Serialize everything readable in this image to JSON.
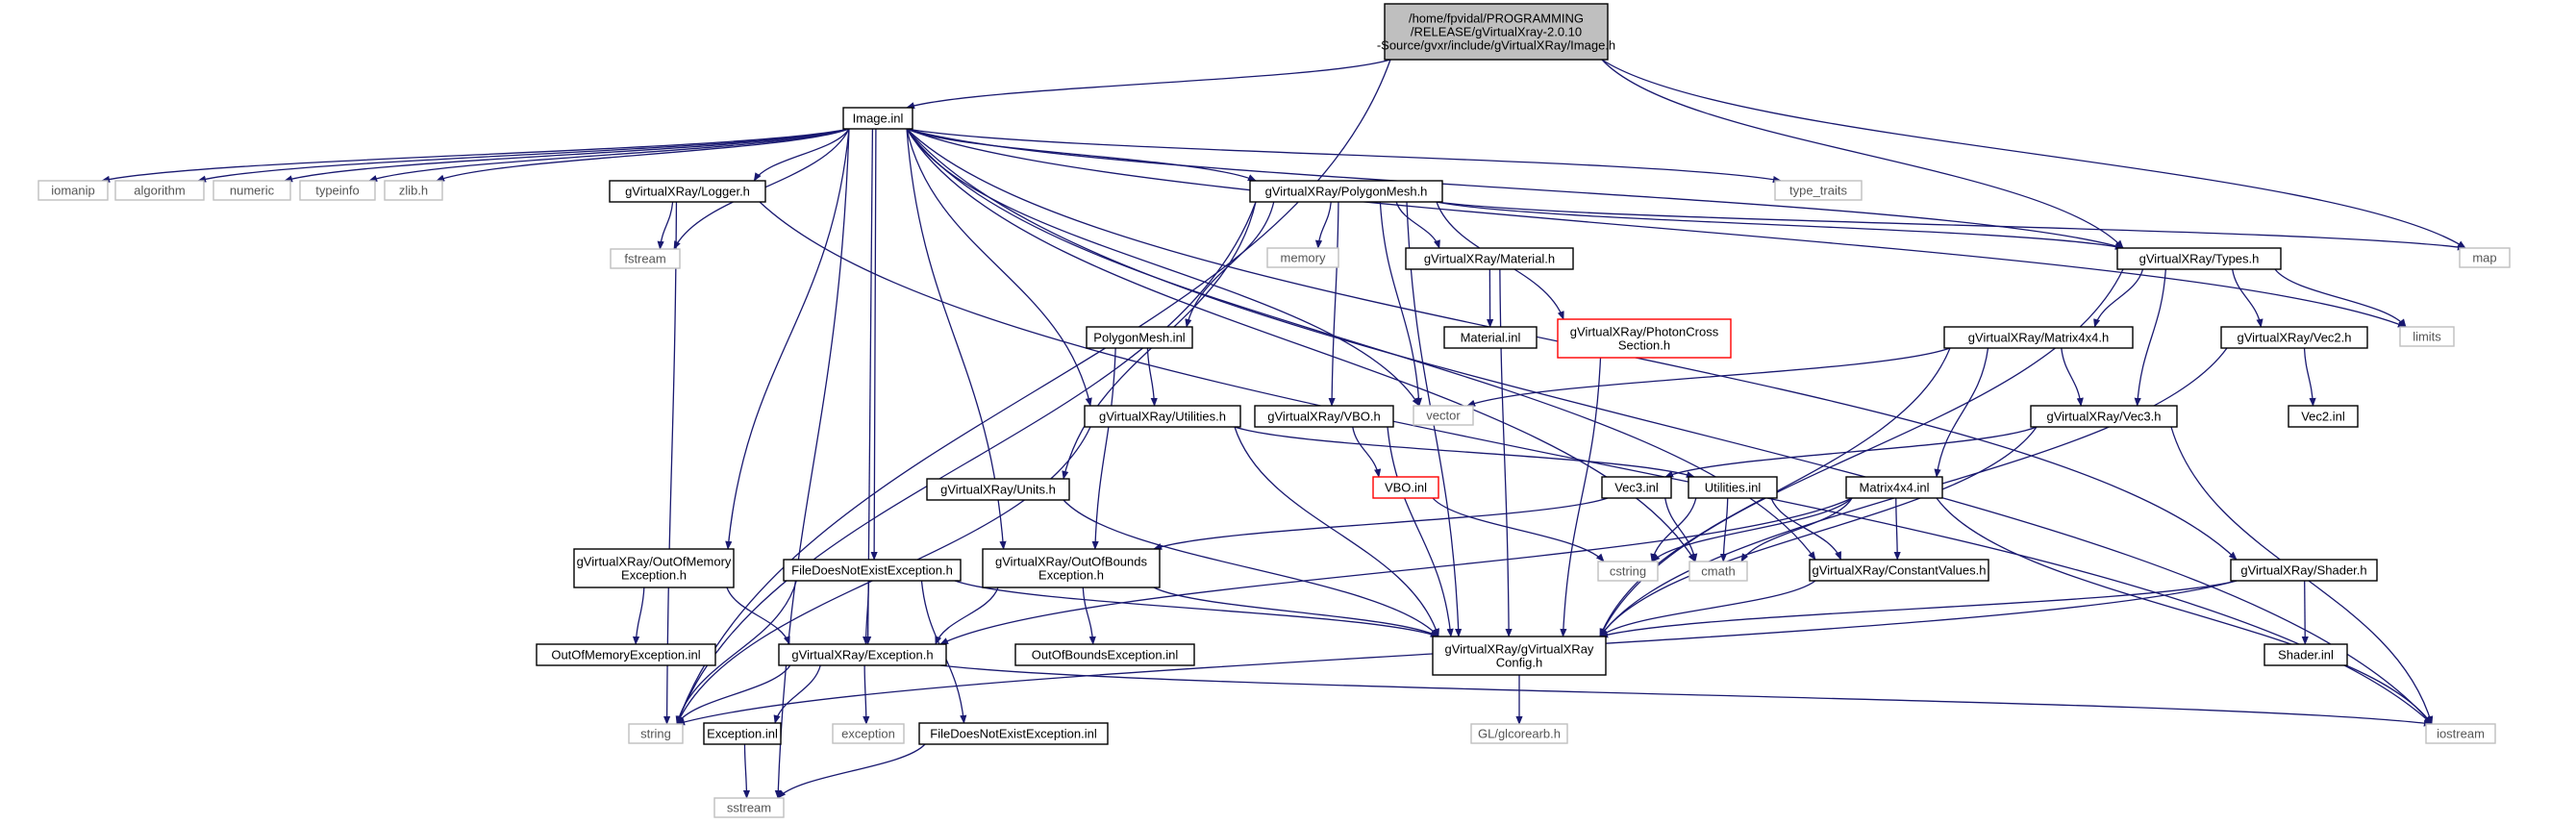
{
  "colors": {
    "edge": "#191970",
    "root_fill": "#bfbfbf",
    "node_border": "#000000",
    "system_border": "#bfbfbf",
    "missing_border": "#ff0000"
  },
  "nodes": [
    {
      "id": "root",
      "kind": "root",
      "lines": [
        "/home/fpvidal/PROGRAMMING",
        "/RELEASE/gVirtualXray-2.0.10",
        "-Source/gvxr/include/gVirtualXRay/Image.h"
      ]
    },
    {
      "id": "image_inl",
      "kind": "box",
      "lines": [
        "Image.inl"
      ]
    },
    {
      "id": "iomanip",
      "kind": "sys",
      "lines": [
        "iomanip"
      ]
    },
    {
      "id": "algorithm",
      "kind": "sys",
      "lines": [
        "algorithm"
      ]
    },
    {
      "id": "numeric",
      "kind": "sys",
      "lines": [
        "numeric"
      ]
    },
    {
      "id": "typeinfo",
      "kind": "sys",
      "lines": [
        "typeinfo"
      ]
    },
    {
      "id": "zlib",
      "kind": "sys",
      "lines": [
        "zlib.h"
      ]
    },
    {
      "id": "logger",
      "kind": "box",
      "lines": [
        "gVirtualXRay/Logger.h"
      ]
    },
    {
      "id": "polygonmesh_h",
      "kind": "box",
      "lines": [
        "gVirtualXRay/PolygonMesh.h"
      ]
    },
    {
      "id": "type_traits",
      "kind": "sys",
      "lines": [
        "type_traits"
      ]
    },
    {
      "id": "map",
      "kind": "sys",
      "lines": [
        "map"
      ]
    },
    {
      "id": "fstream",
      "kind": "sys",
      "lines": [
        "fstream"
      ]
    },
    {
      "id": "memory",
      "kind": "sys",
      "lines": [
        "memory"
      ]
    },
    {
      "id": "material_h",
      "kind": "box",
      "lines": [
        "gVirtualXRay/Material.h"
      ]
    },
    {
      "id": "types_h",
      "kind": "box",
      "lines": [
        "gVirtualXRay/Types.h"
      ]
    },
    {
      "id": "material_inl",
      "kind": "box",
      "lines": [
        "Material.inl"
      ]
    },
    {
      "id": "photon",
      "kind": "miss",
      "lines": [
        "gVirtualXRay/PhotonCross",
        "Section.h"
      ]
    },
    {
      "id": "polygonmesh_inl",
      "kind": "box",
      "lines": [
        "PolygonMesh.inl"
      ]
    },
    {
      "id": "matrix4x4_h",
      "kind": "box",
      "lines": [
        "gVirtualXRay/Matrix4x4.h"
      ]
    },
    {
      "id": "vec2_h",
      "kind": "box",
      "lines": [
        "gVirtualXRay/Vec2.h"
      ]
    },
    {
      "id": "limits",
      "kind": "sys",
      "lines": [
        "limits"
      ]
    },
    {
      "id": "vector",
      "kind": "sys",
      "lines": [
        "vector"
      ]
    },
    {
      "id": "vbo_h",
      "kind": "box",
      "lines": [
        "gVirtualXRay/VBO.h"
      ]
    },
    {
      "id": "utilities_h",
      "kind": "box",
      "lines": [
        "gVirtualXRay/Utilities.h"
      ]
    },
    {
      "id": "vec3_h",
      "kind": "box",
      "lines": [
        "gVirtualXRay/Vec3.h"
      ]
    },
    {
      "id": "vec2_inl",
      "kind": "box",
      "lines": [
        "Vec2.inl"
      ]
    },
    {
      "id": "vbo_inl",
      "kind": "miss",
      "lines": [
        "VBO.inl"
      ]
    },
    {
      "id": "units_h",
      "kind": "box",
      "lines": [
        "gVirtualXRay/Units.h"
      ]
    },
    {
      "id": "vec3_inl",
      "kind": "box",
      "lines": [
        "Vec3.inl"
      ]
    },
    {
      "id": "utilities_inl",
      "kind": "box",
      "lines": [
        "Utilities.inl"
      ]
    },
    {
      "id": "matrix4x4_inl",
      "kind": "box",
      "lines": [
        "Matrix4x4.inl"
      ]
    },
    {
      "id": "outofmemory_h",
      "kind": "box",
      "lines": [
        "gVirtualXRay/OutOfMemory",
        "Exception.h"
      ]
    },
    {
      "id": "filedoesnotexist_h",
      "kind": "box",
      "lines": [
        "FileDoesNotExistException.h"
      ]
    },
    {
      "id": "outofbounds_h",
      "kind": "box",
      "lines": [
        "gVirtualXRay/OutOfBounds",
        "Exception.h"
      ]
    },
    {
      "id": "cstring",
      "kind": "sys",
      "lines": [
        "cstring"
      ]
    },
    {
      "id": "cmath",
      "kind": "sys",
      "lines": [
        "cmath"
      ]
    },
    {
      "id": "constantvalues",
      "kind": "box",
      "lines": [
        "gVirtualXRay/ConstantValues.h"
      ]
    },
    {
      "id": "shader_h",
      "kind": "box",
      "lines": [
        "gVirtualXRay/Shader.h"
      ]
    },
    {
      "id": "outofmemory_inl",
      "kind": "box",
      "lines": [
        "OutOfMemoryException.inl"
      ]
    },
    {
      "id": "outofbounds_inl",
      "kind": "box",
      "lines": [
        "OutOfBoundsException.inl"
      ]
    },
    {
      "id": "exception_h",
      "kind": "box",
      "lines": [
        "gVirtualXRay/Exception.h"
      ]
    },
    {
      "id": "config_h",
      "kind": "box",
      "lines": [
        "gVirtualXRay/gVirtualXRay",
        "Config.h"
      ]
    },
    {
      "id": "shader_inl",
      "kind": "box",
      "lines": [
        "Shader.inl"
      ]
    },
    {
      "id": "string",
      "kind": "sys",
      "lines": [
        "string"
      ]
    },
    {
      "id": "exception_inl",
      "kind": "box",
      "lines": [
        "Exception.inl"
      ]
    },
    {
      "id": "exception",
      "kind": "sys",
      "lines": [
        "exception"
      ]
    },
    {
      "id": "filedoesnotexist_inl",
      "kind": "box",
      "lines": [
        "FileDoesNotExistException.inl"
      ]
    },
    {
      "id": "iostream",
      "kind": "sys",
      "lines": [
        "iostream"
      ]
    },
    {
      "id": "glcorearb",
      "kind": "sys",
      "lines": [
        "GL/glcorearb.h"
      ]
    },
    {
      "id": "sstream",
      "kind": "sys",
      "lines": [
        "sstream"
      ]
    }
  ],
  "edges": [
    [
      "root",
      "image_inl"
    ],
    [
      "root",
      "types_h"
    ],
    [
      "root",
      "map"
    ],
    [
      "root",
      "string"
    ],
    [
      "image_inl",
      "iomanip"
    ],
    [
      "image_inl",
      "algorithm"
    ],
    [
      "image_inl",
      "numeric"
    ],
    [
      "image_inl",
      "typeinfo"
    ],
    [
      "image_inl",
      "zlib"
    ],
    [
      "image_inl",
      "fstream"
    ],
    [
      "image_inl",
      "logger"
    ],
    [
      "image_inl",
      "polygonmesh_h"
    ],
    [
      "image_inl",
      "type_traits"
    ],
    [
      "image_inl",
      "types_h"
    ],
    [
      "image_inl",
      "limits"
    ],
    [
      "image_inl",
      "vector"
    ],
    [
      "image_inl",
      "utilities_h"
    ],
    [
      "image_inl",
      "cmath"
    ],
    [
      "image_inl",
      "constantvalues"
    ],
    [
      "image_inl",
      "shader_h"
    ],
    [
      "image_inl",
      "iostream"
    ],
    [
      "image_inl",
      "outofmemory_h"
    ],
    [
      "image_inl",
      "filedoesnotexist_h"
    ],
    [
      "image_inl",
      "outofbounds_h"
    ],
    [
      "image_inl",
      "exception_h"
    ],
    [
      "image_inl",
      "sstream"
    ],
    [
      "logger",
      "fstream"
    ],
    [
      "logger",
      "string"
    ],
    [
      "logger",
      "iostream"
    ],
    [
      "polygonmesh_h",
      "memory"
    ],
    [
      "polygonmesh_h",
      "material_h"
    ],
    [
      "polygonmesh_h",
      "photon"
    ],
    [
      "polygonmesh_h",
      "types_h"
    ],
    [
      "polygonmesh_h",
      "map"
    ],
    [
      "polygonmesh_h",
      "polygonmesh_inl"
    ],
    [
      "polygonmesh_h",
      "vector"
    ],
    [
      "polygonmesh_h",
      "vbo_h"
    ],
    [
      "polygonmesh_h",
      "units_h"
    ],
    [
      "polygonmesh_h",
      "string"
    ],
    [
      "polygonmesh_h",
      "config_h"
    ],
    [
      "material_h",
      "material_inl"
    ],
    [
      "material_h",
      "config_h"
    ],
    [
      "photon",
      "config_h"
    ],
    [
      "types_h",
      "matrix4x4_h"
    ],
    [
      "types_h",
      "vec2_h"
    ],
    [
      "types_h",
      "limits"
    ],
    [
      "types_h",
      "vec3_h"
    ],
    [
      "types_h",
      "config_h"
    ],
    [
      "matrix4x4_h",
      "vector"
    ],
    [
      "matrix4x4_h",
      "vec3_h"
    ],
    [
      "matrix4x4_h",
      "matrix4x4_inl"
    ],
    [
      "matrix4x4_h",
      "config_h"
    ],
    [
      "vec2_h",
      "vec2_inl"
    ],
    [
      "vec2_h",
      "config_h"
    ],
    [
      "vec3_h",
      "vec3_inl"
    ],
    [
      "vec3_h",
      "config_h"
    ],
    [
      "vec3_h",
      "iostream"
    ],
    [
      "polygonmesh_inl",
      "utilities_h"
    ],
    [
      "polygonmesh_inl",
      "outofbounds_h"
    ],
    [
      "utilities_h",
      "utilities_inl"
    ],
    [
      "utilities_h",
      "config_h"
    ],
    [
      "utilities_h",
      "string"
    ],
    [
      "vbo_h",
      "vbo_inl"
    ],
    [
      "vbo_h",
      "config_h"
    ],
    [
      "vbo_inl",
      "cstring"
    ],
    [
      "units_h",
      "config_h"
    ],
    [
      "vec3_inl",
      "outofbounds_h"
    ],
    [
      "vec3_inl",
      "cmath"
    ],
    [
      "utilities_inl",
      "cstring"
    ],
    [
      "utilities_inl",
      "cmath"
    ],
    [
      "utilities_inl",
      "constantvalues"
    ],
    [
      "matrix4x4_inl",
      "cstring"
    ],
    [
      "matrix4x4_inl",
      "cmath"
    ],
    [
      "matrix4x4_inl",
      "constantvalues"
    ],
    [
      "matrix4x4_inl",
      "exception_h"
    ],
    [
      "matrix4x4_inl",
      "iostream"
    ],
    [
      "constantvalues",
      "config_h"
    ],
    [
      "shader_h",
      "shader_inl"
    ],
    [
      "shader_h",
      "config_h"
    ],
    [
      "shader_h",
      "string"
    ],
    [
      "outofmemory_h",
      "outofmemory_inl"
    ],
    [
      "outofmemory_h",
      "exception_h"
    ],
    [
      "filedoesnotexist_h",
      "exception_h"
    ],
    [
      "filedoesnotexist_h",
      "filedoesnotexist_inl"
    ],
    [
      "filedoesnotexist_h",
      "string"
    ],
    [
      "filedoesnotexist_h",
      "config_h"
    ],
    [
      "outofbounds_h",
      "exception_h"
    ],
    [
      "outofbounds_h",
      "outofbounds_inl"
    ],
    [
      "outofbounds_h",
      "config_h"
    ],
    [
      "exception_h",
      "string"
    ],
    [
      "exception_h",
      "exception_inl"
    ],
    [
      "exception_h",
      "exception"
    ],
    [
      "exception_h",
      "iostream"
    ],
    [
      "exception_inl",
      "sstream"
    ],
    [
      "filedoesnotexist_inl",
      "sstream"
    ],
    [
      "config_h",
      "glcorearb"
    ]
  ]
}
